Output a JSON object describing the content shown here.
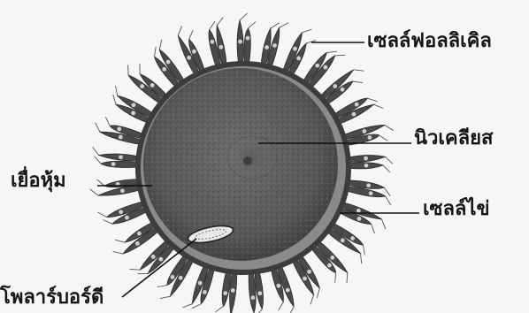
{
  "labels": {
    "follicle_cells": "เซลล์ฟอลลิเคิล",
    "nucleus": "นิวเคลียส",
    "membrane": "เยื่อหุ้ม",
    "egg_cell": "เซลล์ไข่",
    "polar_body": "โพลาร์บอร์ดี"
  }
}
